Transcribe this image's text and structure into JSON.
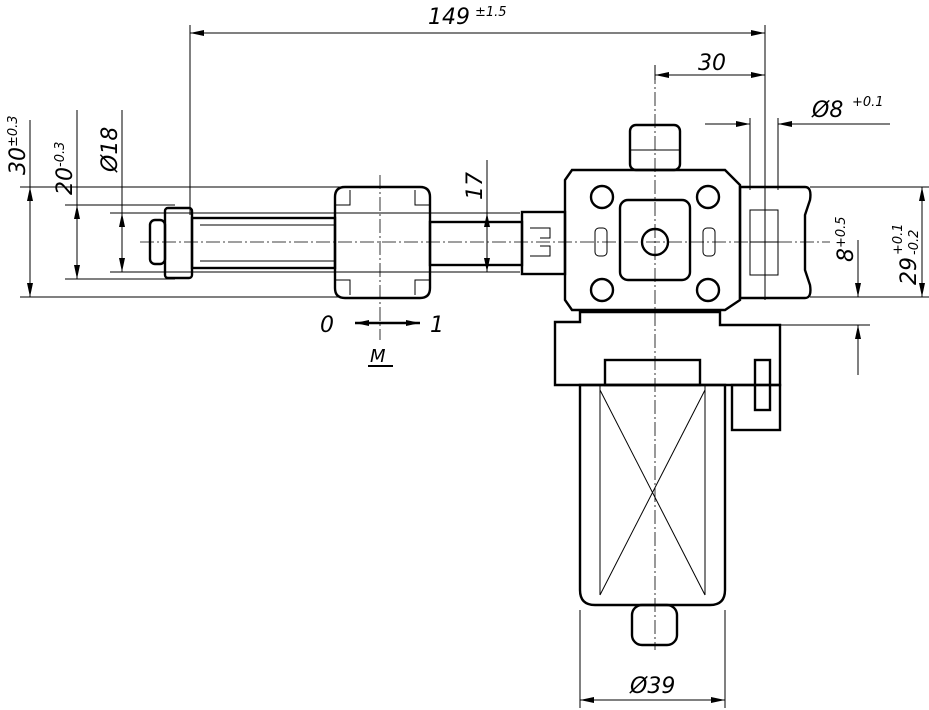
{
  "dimensions": {
    "overall_length": {
      "value": "149",
      "tolerance": "±1.5"
    },
    "boss_offset": {
      "value": "30"
    },
    "hole_diameter": {
      "value": "Ø8",
      "tolerance": "+0.1"
    },
    "height_block": {
      "value": "30",
      "tolerance": "±0.3"
    },
    "height_nut": {
      "value": "20",
      "tolerance": "-0.3"
    },
    "shaft_diameter": {
      "value": "Ø18"
    },
    "rod_height": {
      "value": "17"
    },
    "slot_height": {
      "value": "8",
      "tolerance": "+0.5"
    },
    "connector_height": {
      "value": "29",
      "tolerance_upper": "+0.1",
      "tolerance_lower": "-0.2"
    },
    "motor_diameter": {
      "value": "Ø39"
    }
  },
  "motion": {
    "start_label": "0",
    "end_label": "1",
    "torque_label": "M"
  }
}
